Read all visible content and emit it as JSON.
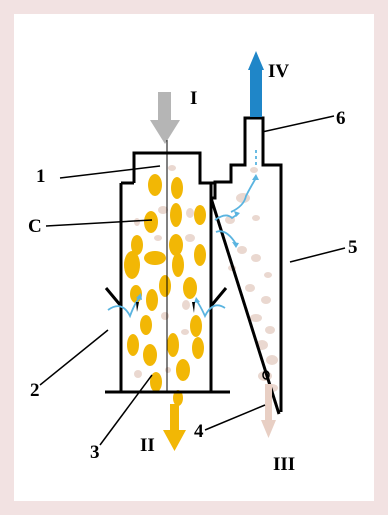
{
  "diagram": {
    "stream_labels": {
      "feed_in": "I",
      "coarse_out": "II",
      "fine_out": "III",
      "gas_out": "IV"
    },
    "part_labels": {
      "p1": "1",
      "p2": "2",
      "p3": "3",
      "p4": "4",
      "p5": "5",
      "p6": "6",
      "pc": "C"
    },
    "colors": {
      "frame": "#f2e2e2",
      "background": "#ffffff",
      "coarse_particles": "#f2b705",
      "fine_particles": "#ead8d0",
      "feed_arrow": "#b5b5b5",
      "coarse_arrow": "#f2b705",
      "fine_arrow": "#e8cfc4",
      "gas_arrow": "#1f86c8",
      "flow_lines": "#5ab4e0"
    }
  }
}
